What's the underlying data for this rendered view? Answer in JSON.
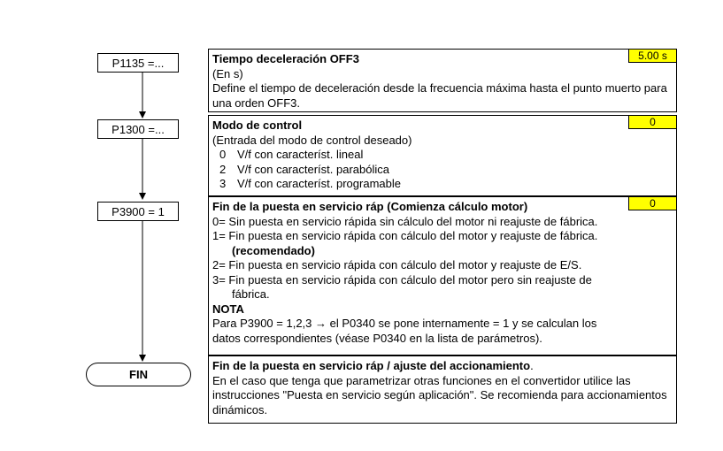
{
  "flow": {
    "box1": "P1135 =...",
    "box2": "P1300 =...",
    "box3": "P3900 = 1",
    "fin": "FIN"
  },
  "panels": {
    "off3": {
      "title": "Tiempo deceleración OFF3",
      "badge": "5.00 s",
      "unit": "(En s)",
      "desc": "Define el tiempo de deceleración desde la frecuencia máxima hasta el punto muerto para una orden OFF3."
    },
    "control": {
      "title": "Modo de control",
      "badge": "0",
      "subtitle": "(Entrada del modo de control deseado)",
      "options": [
        {
          "num": "0",
          "text": "V/f con característ. lineal"
        },
        {
          "num": "2",
          "text": "V/f con característ. parabólica"
        },
        {
          "num": "3",
          "text": "V/f con característ. programable"
        }
      ]
    },
    "finpuesta": {
      "title": "Fin de la puesta en servicio ráp (Comienza cálculo motor)",
      "badge": "0",
      "line0": "0= Sin puesta en servicio rápida sin cálculo del motor ni reajuste de fábrica.",
      "line1": "1= Fin puesta en servicio rápida con cálculo del motor y reajuste de fábrica.",
      "line1b": "(recomendado)",
      "line2": "2= Fin puesta en servicio rápida con cálculo del motor y reajuste de E/S.",
      "line3": "3= Fin puesta en servicio rápida con cálculo del motor pero sin reajuste de",
      "line3b": "fábrica.",
      "nota_title": "NOTA",
      "nota1": "Para P3900 = 1,2,3  →  el P0340 se pone internamente = 1 y se calculan los",
      "nota2": "datos correspondientes (véase P0340 en la lista de parámetros)."
    },
    "ajuste": {
      "title": "Fin de la puesta en servicio ráp / ajuste del accionamiento",
      "title_tail": ".",
      "desc": "En el caso que tenga que parametrizar otras funciones en el convertidor utilice las instrucciones \"Puesta en servicio según aplicación\". Se recomienda para accionamientos dinámicos."
    }
  }
}
